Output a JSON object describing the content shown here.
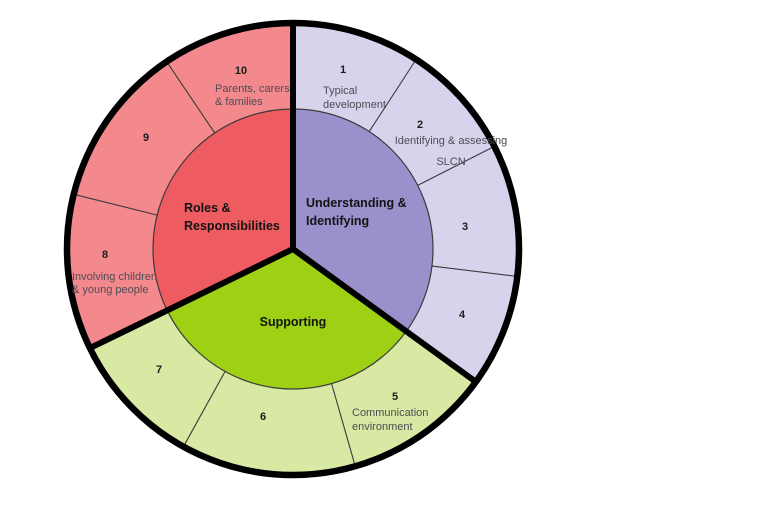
{
  "diagram": {
    "description": "Three-part wheel diagram with ten numbered outer segments",
    "sectors": [
      {
        "id": "understanding",
        "label": "Understanding &\nIdentifying",
        "segments": [
          "1",
          "2",
          "3",
          "4"
        ]
      },
      {
        "id": "supporting",
        "label": "Supporting",
        "segments": [
          "5",
          "6",
          "7"
        ]
      },
      {
        "id": "roles",
        "label": "Roles &\nResponsibilities",
        "segments": [
          "8",
          "9",
          "10"
        ]
      }
    ],
    "segments": [
      {
        "num": "1",
        "label": "Typical\ndevelopment"
      },
      {
        "num": "2",
        "label": "Identifying & assessing\nSLCN"
      },
      {
        "num": "3",
        "label": ""
      },
      {
        "num": "4",
        "label": ""
      },
      {
        "num": "5",
        "label": "Communication\nenvironment"
      },
      {
        "num": "6",
        "label": ""
      },
      {
        "num": "7",
        "label": ""
      },
      {
        "num": "8",
        "label": "Involving children\n& young people"
      },
      {
        "num": "9",
        "label": ""
      },
      {
        "num": "10",
        "label": "Parents, carers\n& families"
      }
    ],
    "colors": {
      "understanding_ring": "#d8d3ed",
      "understanding_core": "#9a90cc",
      "supporting_ring": "#d8e9a4",
      "supporting_core": "#9ed013",
      "roles_ring": "#f4898d",
      "roles_core": "#ee5b61",
      "outline": "#000000",
      "thin_line": "#3b3b3b"
    }
  }
}
